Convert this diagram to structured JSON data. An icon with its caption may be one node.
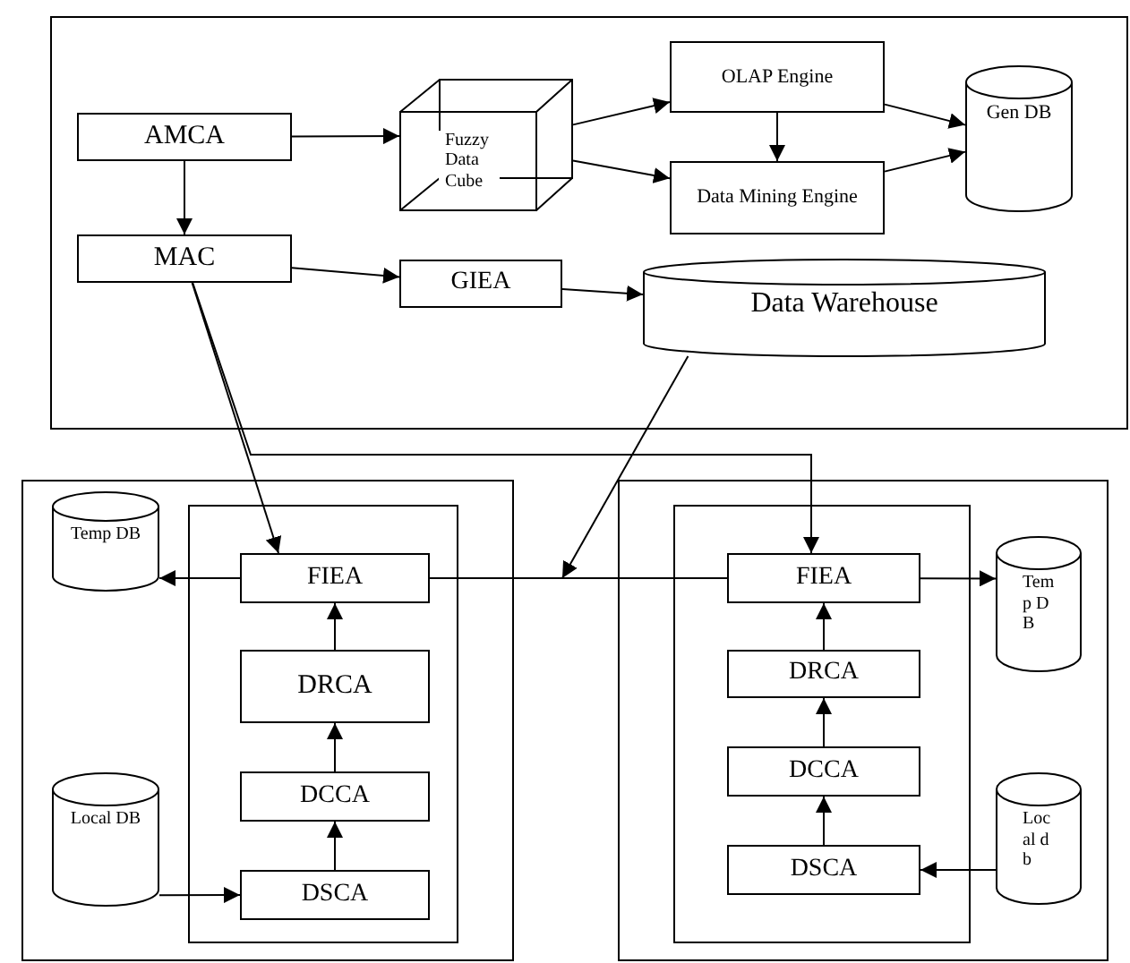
{
  "diagram": {
    "nodes": [
      {
        "text": [],
        "shape": "box"
      },
      {
        "text": [
          "AMCA"
        ],
        "in": 0
      },
      {
        "text": [
          "Fuzzy Data Cube"
        ],
        "in": 0
      },
      {
        "text": [
          "OLAP Engine"
        ],
        "in": 0
      },
      {
        "text": [
          "Data Mining Engine"
        ],
        "in": 0
      },
      {
        "text": [
          "Gen DB"
        ],
        "in": 0
      },
      {
        "text": [
          "MAC"
        ],
        "in": 0
      },
      {
        "text": [
          "GIEA"
        ],
        "in": 0
      },
      {
        "text": [
          "Data Warehouse"
        ],
        "in": 0
      },
      {
        "text": [],
        "shape": "box"
      },
      {
        "text": [],
        "shape": "box",
        "in": 9
      },
      {
        "text": [
          "Temp DB"
        ],
        "in": 9
      },
      {
        "text": [
          "FIEA"
        ],
        "in": 10
      },
      {
        "text": [
          "DRCA"
        ],
        "in": 10
      },
      {
        "text": [
          "DCCA"
        ],
        "in": 10
      },
      {
        "text": [
          "Local DB"
        ],
        "in": 9
      },
      {
        "text": [
          "DSCA"
        ],
        "in": 10
      },
      {
        "text": [],
        "shape": "box"
      },
      {
        "text": [],
        "shape": "box",
        "in": 17
      },
      {
        "text": [
          "FIEA"
        ],
        "in": 18
      },
      {
        "text": [
          "Temp DB"
        ],
        "in": 17
      },
      {
        "text": [
          "DRCA"
        ],
        "in": 18
      },
      {
        "text": [
          "DCCA"
        ],
        "in": 18
      },
      {
        "text": [
          "DSCA"
        ],
        "in": 18
      },
      {
        "text": [
          "Local db"
        ],
        "in": 17
      }
    ],
    "edges": [
      {
        "from": 1,
        "to": 2,
        "arrow": "to"
      },
      {
        "from": 2,
        "to": 3,
        "arrow": "to"
      },
      {
        "from": 2,
        "to": 4,
        "arrow": "to"
      },
      {
        "from": 3,
        "to": 4,
        "arrow": "to"
      },
      {
        "from": 3,
        "to": 5,
        "arrow": "to"
      },
      {
        "from": 4,
        "to": 5,
        "arrow": "to"
      },
      {
        "from": 1,
        "to": 6,
        "arrow": "to"
      },
      {
        "from": 6,
        "to": 7,
        "arrow": "to"
      },
      {
        "from": 7,
        "to": 8,
        "arrow": "to"
      },
      {
        "from": 6,
        "to": 12,
        "arrow": "to"
      },
      {
        "from": 6,
        "to": 19,
        "arrow": "to"
      },
      {
        "from": 8,
        "to": null,
        "arrow": "to"
      },
      {
        "from": 12,
        "to": 19,
        "arrow": "none"
      },
      {
        "from": 12,
        "to": 11,
        "arrow": "to"
      },
      {
        "from": 13,
        "to": 12,
        "arrow": "to"
      },
      {
        "from": 14,
        "to": 13,
        "arrow": "to"
      },
      {
        "from": 16,
        "to": 14,
        "arrow": "to"
      },
      {
        "from": 15,
        "to": 16,
        "arrow": "to"
      },
      {
        "from": 19,
        "to": 20,
        "arrow": "to"
      },
      {
        "from": 21,
        "to": 19,
        "arrow": "to"
      },
      {
        "from": 22,
        "to": 21,
        "arrow": "to"
      },
      {
        "from": 23,
        "to": 22,
        "arrow": "to"
      },
      {
        "from": 24,
        "to": 23,
        "arrow": "to"
      }
    ]
  }
}
